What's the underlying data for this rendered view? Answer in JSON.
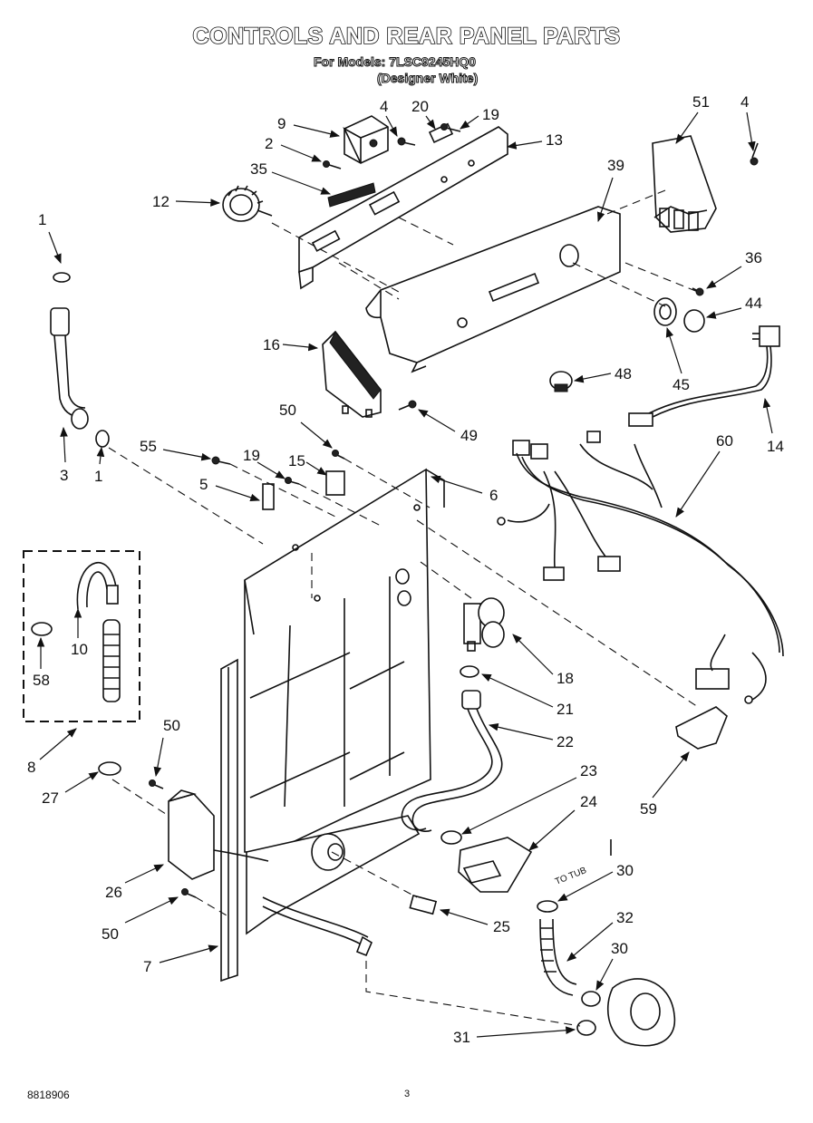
{
  "title": "CONTROLS AND REAR PANEL PARTS",
  "subtitle_models": "For Models: 7LSC9245HQ0",
  "subtitle_color": "(Designer White)",
  "footer_code": "8818906",
  "page_number": "3",
  "to_tub_label": "TO TUB",
  "callouts": [
    "1",
    "1",
    "2",
    "3",
    "4",
    "4",
    "5",
    "6",
    "7",
    "8",
    "9",
    "10",
    "12",
    "13",
    "14",
    "15",
    "16",
    "18",
    "19",
    "19",
    "20",
    "21",
    "22",
    "23",
    "24",
    "25",
    "26",
    "27",
    "30",
    "30",
    "31",
    "32",
    "35",
    "36",
    "39",
    "44",
    "45",
    "48",
    "49",
    "50",
    "50",
    "50",
    "51",
    "55",
    "58",
    "59",
    "60"
  ]
}
